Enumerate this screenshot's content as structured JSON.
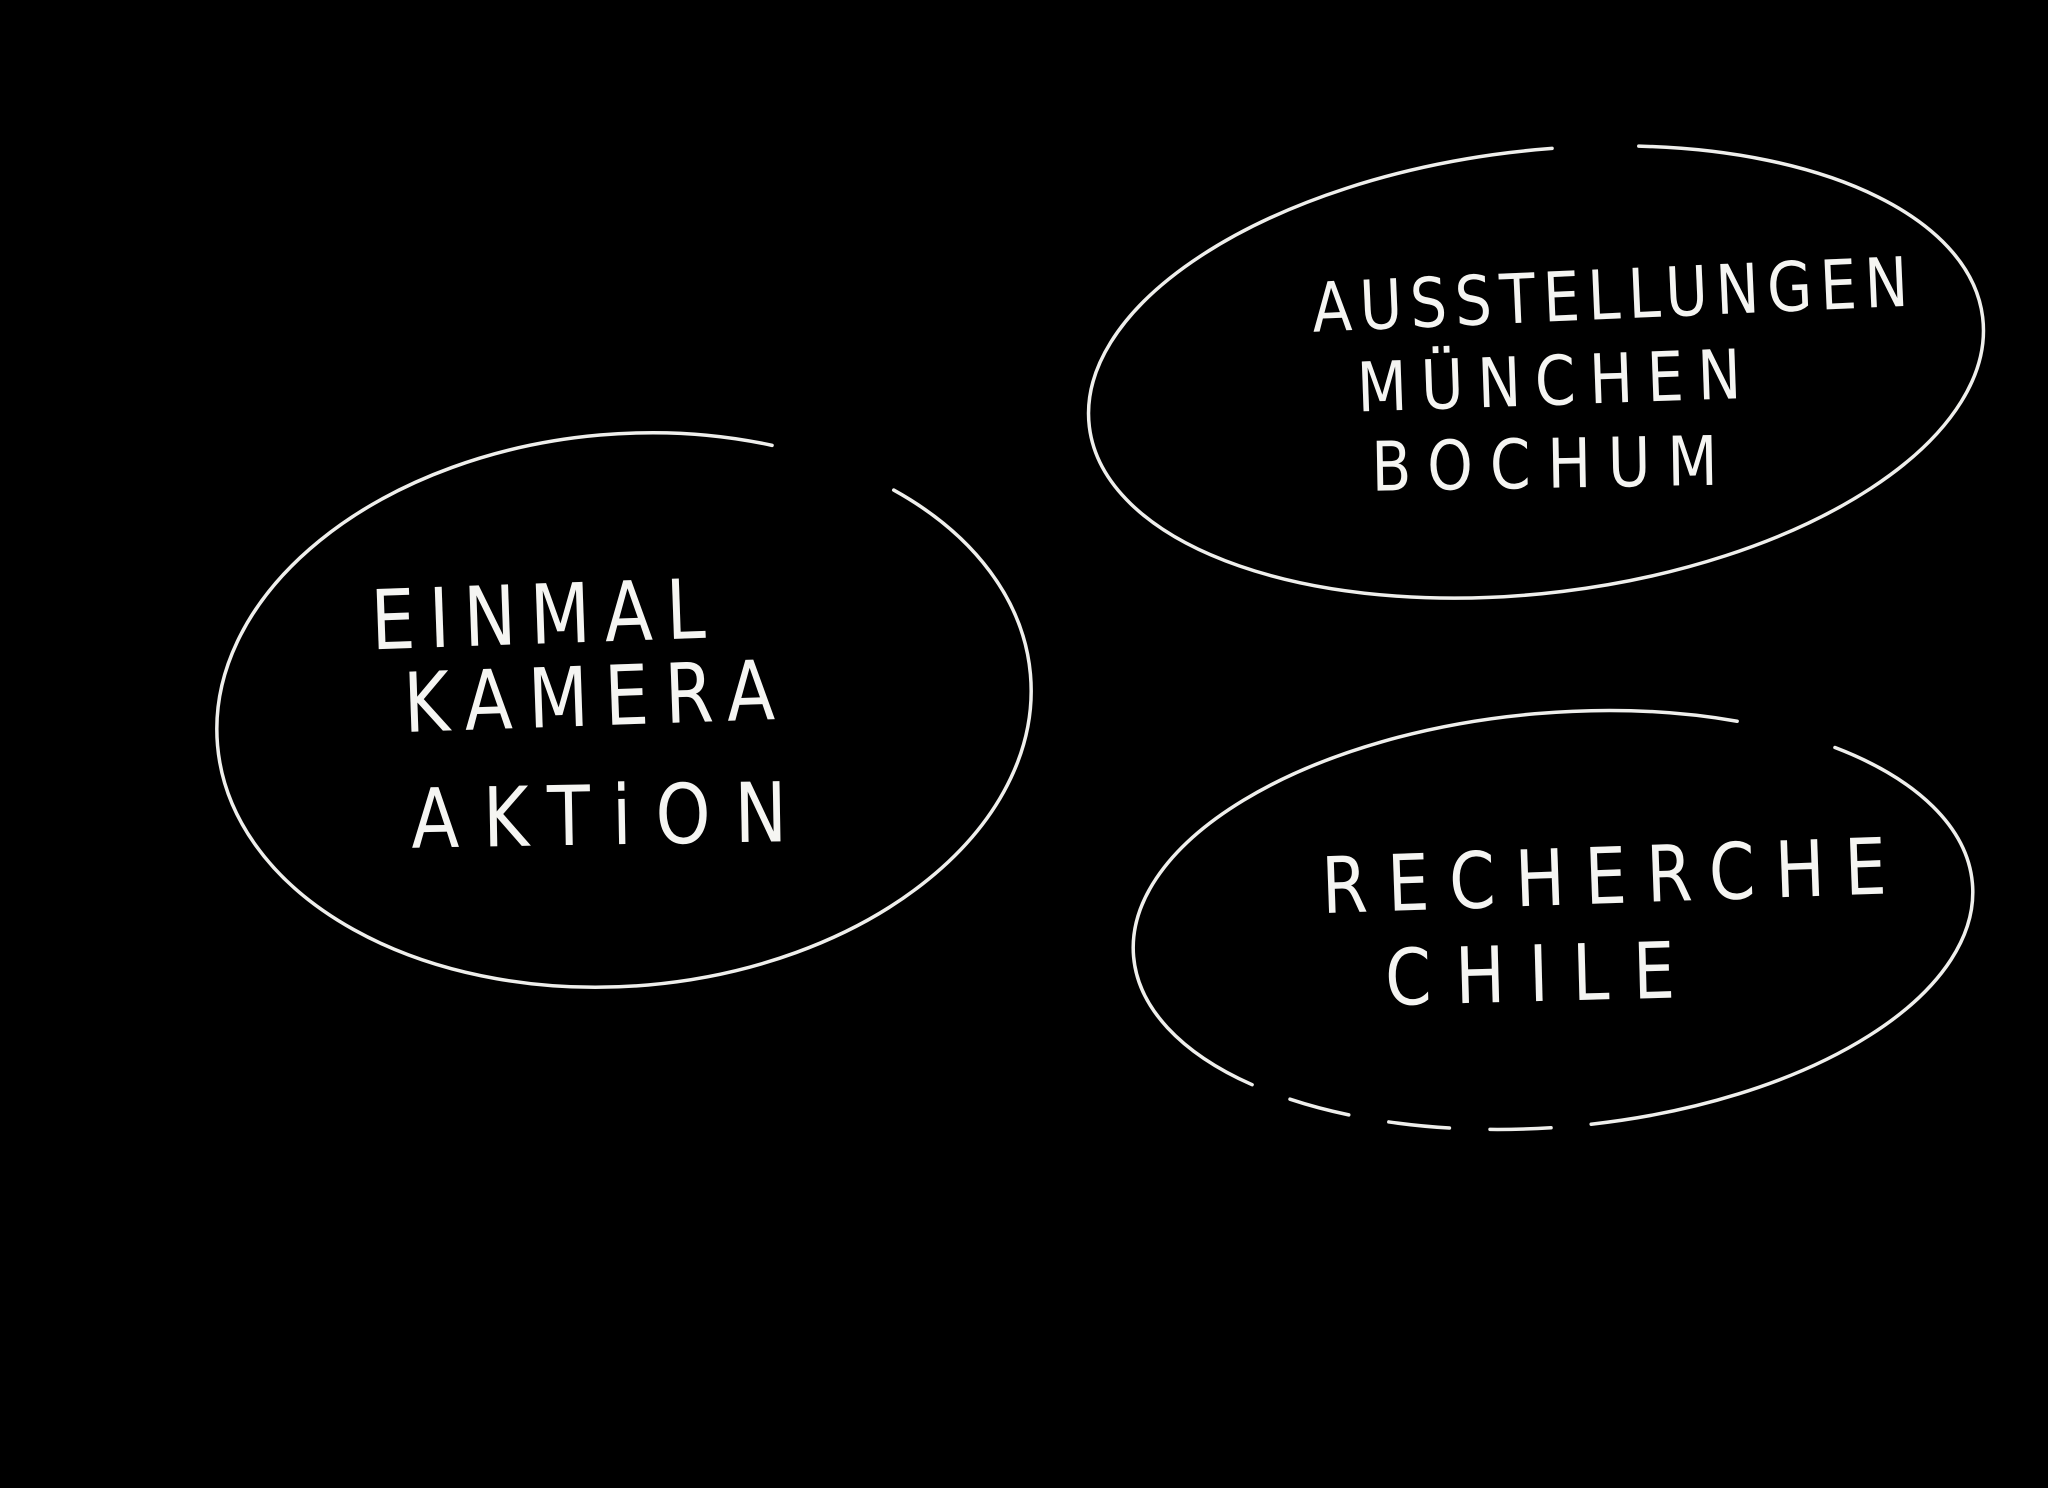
{
  "colors": {
    "background": "#000000",
    "ink": "#f5f5f2"
  },
  "bubbles": [
    {
      "name": "einmal-kamera-aktion",
      "lines": [
        "EINMAL",
        "KAMERA",
        "AKTiON"
      ]
    },
    {
      "name": "ausstellungen-muenchen-bochum",
      "lines": [
        "AUSSTELLUNGEN",
        "MÜNCHEN",
        "BOCHUM"
      ]
    },
    {
      "name": "recherche-chile",
      "lines": [
        "RECHERCHE",
        "CHILE"
      ]
    }
  ]
}
